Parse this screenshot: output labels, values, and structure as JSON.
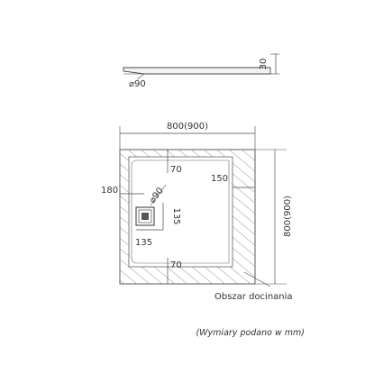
{
  "profile": {
    "height": "30",
    "drain_diameter": "⌀90"
  },
  "plan": {
    "width_label": "800(900)",
    "depth_label": "800(900)",
    "dims": {
      "top_offset": "70",
      "bottom_offset": "70",
      "side_offset": "180",
      "drain_diameter": "⌀90",
      "corner": "150",
      "grate_width": "135",
      "grate_height": "135"
    },
    "trim_area_label": "Obszar docinania"
  },
  "footer_note": "(Wymiary podano w mm)",
  "colors": {
    "line": "#4a4a4a",
    "hatch": "#8a8a8a",
    "text": "#333333"
  }
}
